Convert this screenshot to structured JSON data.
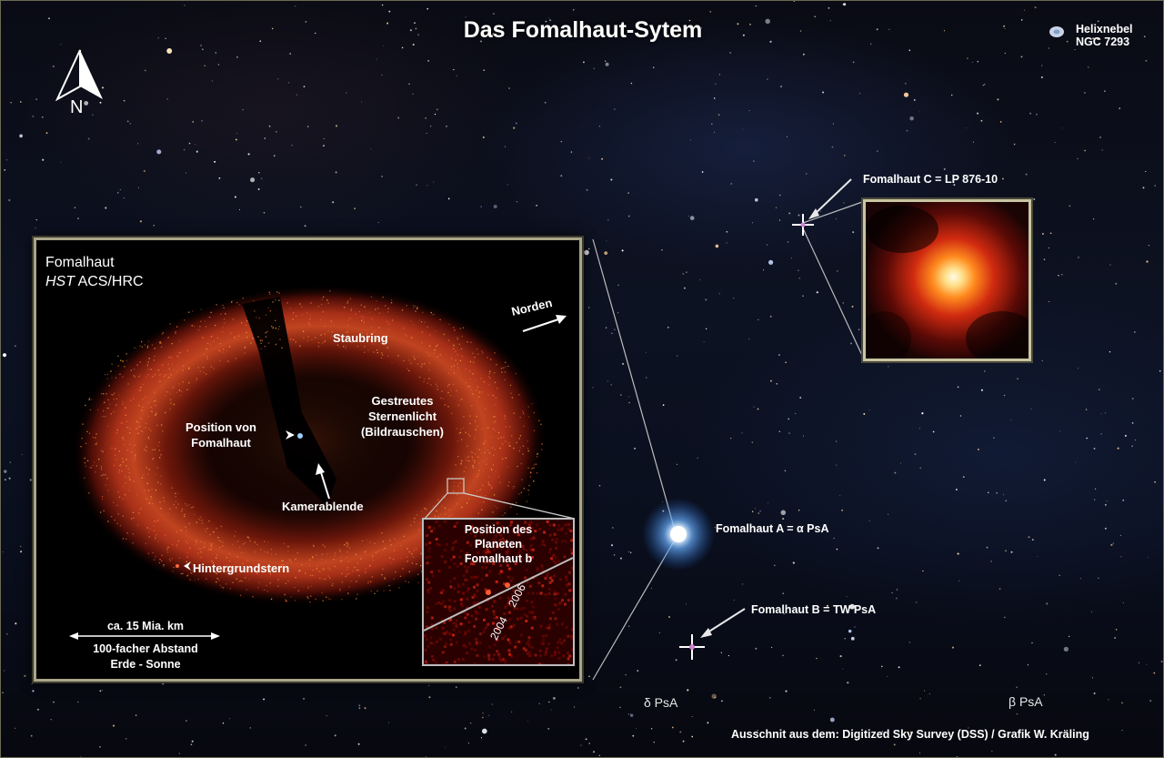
{
  "title": "Das Fomalhaut-Sytem",
  "helix_label_line1": "Helixnebel",
  "helix_label_line2": "NGC 7293",
  "compass_label": "N",
  "inset": {
    "title": "Fomalhaut",
    "subtitle_italic": "HST",
    "subtitle_rest": " ACS/HRC",
    "norden": "Norden",
    "staubring": "Staubring",
    "gestreutes_line1": "Gestreutes",
    "gestreutes_line2": "Sternenlicht",
    "gestreutes_line3": "(Bildrauschen)",
    "position_line1": "Position von",
    "position_line2": "Fomalhaut",
    "kamerablende": "Kamerablende",
    "hintergrundstern": "Hintergrundstern",
    "scale_label": "ca. 15 Mia. km",
    "scale_sub1": "100-facher Abstand",
    "scale_sub2": "Erde - Sonne",
    "planet_line1": "Position des",
    "planet_line2": "Planeten",
    "planet_line3": "Fomalhaut b",
    "year_2006": "2006",
    "year_2004": "2004"
  },
  "fomalhaut_a": "Fomalhaut A = α PsA",
  "fomalhaut_b": "Fomalhaut B = TW PsA",
  "fomalhaut_c": "Fomalhaut C = LP 876-10",
  "delta_psa": "δ PsA",
  "beta_psa": "β PsA",
  "credit": "Ausschnit aus dem: Digitized Sky Survey (DSS) / Grafik W. Kräling",
  "colors": {
    "ring": "#b8321a",
    "ring_bright": "#e0a040",
    "star": "#cfe6ff",
    "frame": "#a8a58a"
  }
}
